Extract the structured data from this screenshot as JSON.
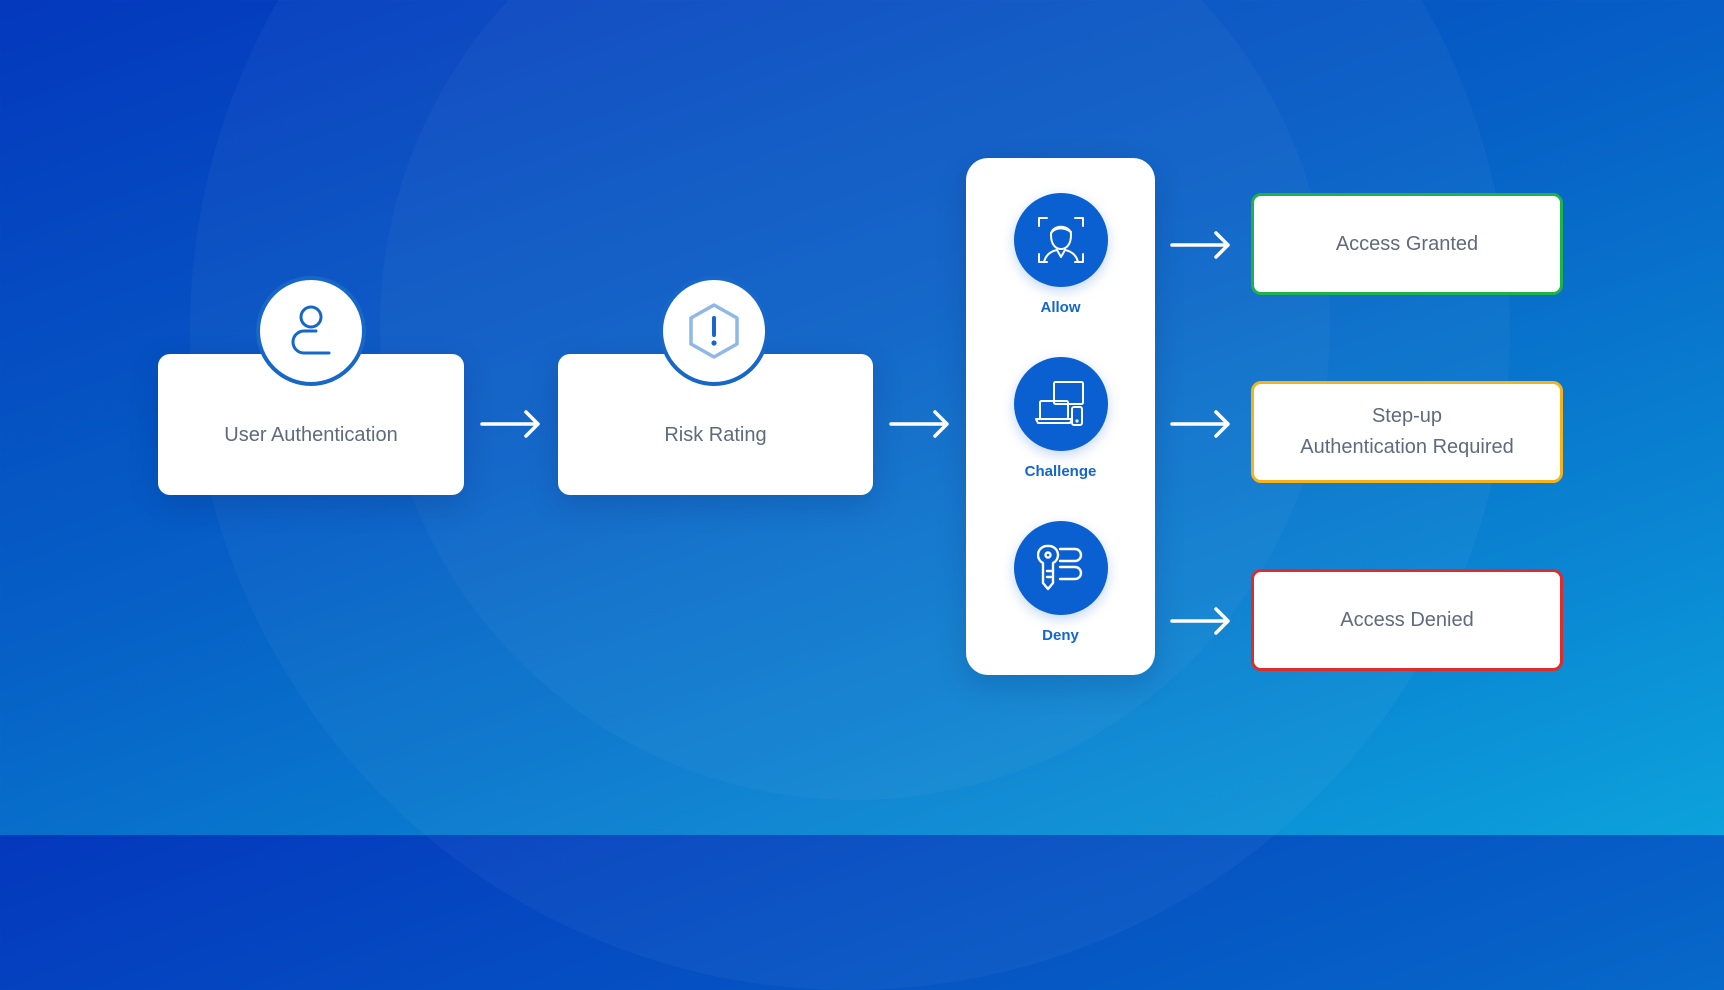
{
  "steps": {
    "auth": {
      "label": "User Authentication",
      "icon": "user-icon"
    },
    "risk": {
      "label": "Risk Rating",
      "icon": "exclamation-hexagon-icon"
    }
  },
  "decisions": [
    {
      "label": "Allow",
      "icon": "face-scan-icon"
    },
    {
      "label": "Challenge",
      "icon": "devices-icon"
    },
    {
      "label": "Deny",
      "icon": "key-lock-icon"
    }
  ],
  "outcomes": [
    {
      "lines": [
        "Access Granted"
      ],
      "color": "#1fb24a"
    },
    {
      "lines": [
        "Step-up",
        "Authentication Required"
      ],
      "color": "#f5b21b"
    },
    {
      "lines": [
        "Access Denied"
      ],
      "color": "#e02b2b"
    }
  ],
  "colors": {
    "accent": "#1767c9",
    "arrow": "#ffffff"
  }
}
